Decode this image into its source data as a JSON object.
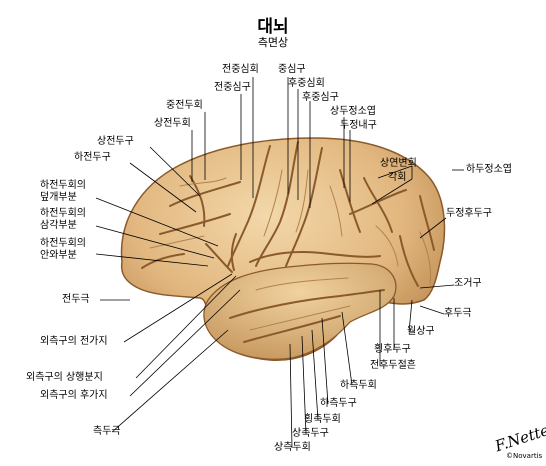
{
  "title": "대뇌",
  "subtitle": "측면상",
  "labels": {
    "precentral_gyrus": "전중심회",
    "central_sulcus": "중심구",
    "postcentral_gyrus": "후중심회",
    "precentral_sulcus": "전중심구",
    "postcentral_sulcus": "후중심구",
    "middle_frontal_gyrus": "중전두회",
    "superior_parietal_lobule": "상두정소엽",
    "superior_frontal_gyrus": "상전두회",
    "intraparietal_sulcus": "두정내구",
    "superior_frontal_sulcus": "상전두구",
    "inferior_frontal_sulcus": "하전두구",
    "supramarginal_gyrus": "상연변회",
    "inferior_parietal_lobule": "하두정소엽",
    "angular_gyrus": "각회",
    "opercular_part_1": "하전두회의",
    "opercular_part_2": "덮개부분",
    "triangular_part_1": "하전두회의",
    "triangular_part_2": "삼각부분",
    "orbital_part_1": "하전두회의",
    "orbital_part_2": "안와부분",
    "parietooccipital_sulcus": "두정후두구",
    "frontal_pole": "전두극",
    "lunate_sulcus": "조거구",
    "occipital_pole": "후두극",
    "lateral_sulcus_anterior": "외측구의 전가지",
    "lunate_sulcus_2": "월상구",
    "transverse_occipital_sulcus": "횡후두구",
    "preoccipital_notch": "전후두절흔",
    "lateral_sulcus_ascending": "외측구의 상행분지",
    "inferior_temporal_gyrus": "하측두회",
    "lateral_sulcus_posterior": "외측구의 후가지",
    "inferior_temporal_sulcus": "하측두구",
    "middle_temporal_gyrus": "횡측두회",
    "temporal_pole": "측두극",
    "superior_temporal_sulcus": "상측두구",
    "superior_temporal_gyrus": "상측두회"
  },
  "signature": "F.Netter",
  "copyright": "©Novartis",
  "colors": {
    "brain_fill": "#e2b77f",
    "brain_light": "#f1d3a2",
    "brain_shadow": "#b3824b",
    "sulcus": "#8a5a2b",
    "leader": "#000000"
  }
}
